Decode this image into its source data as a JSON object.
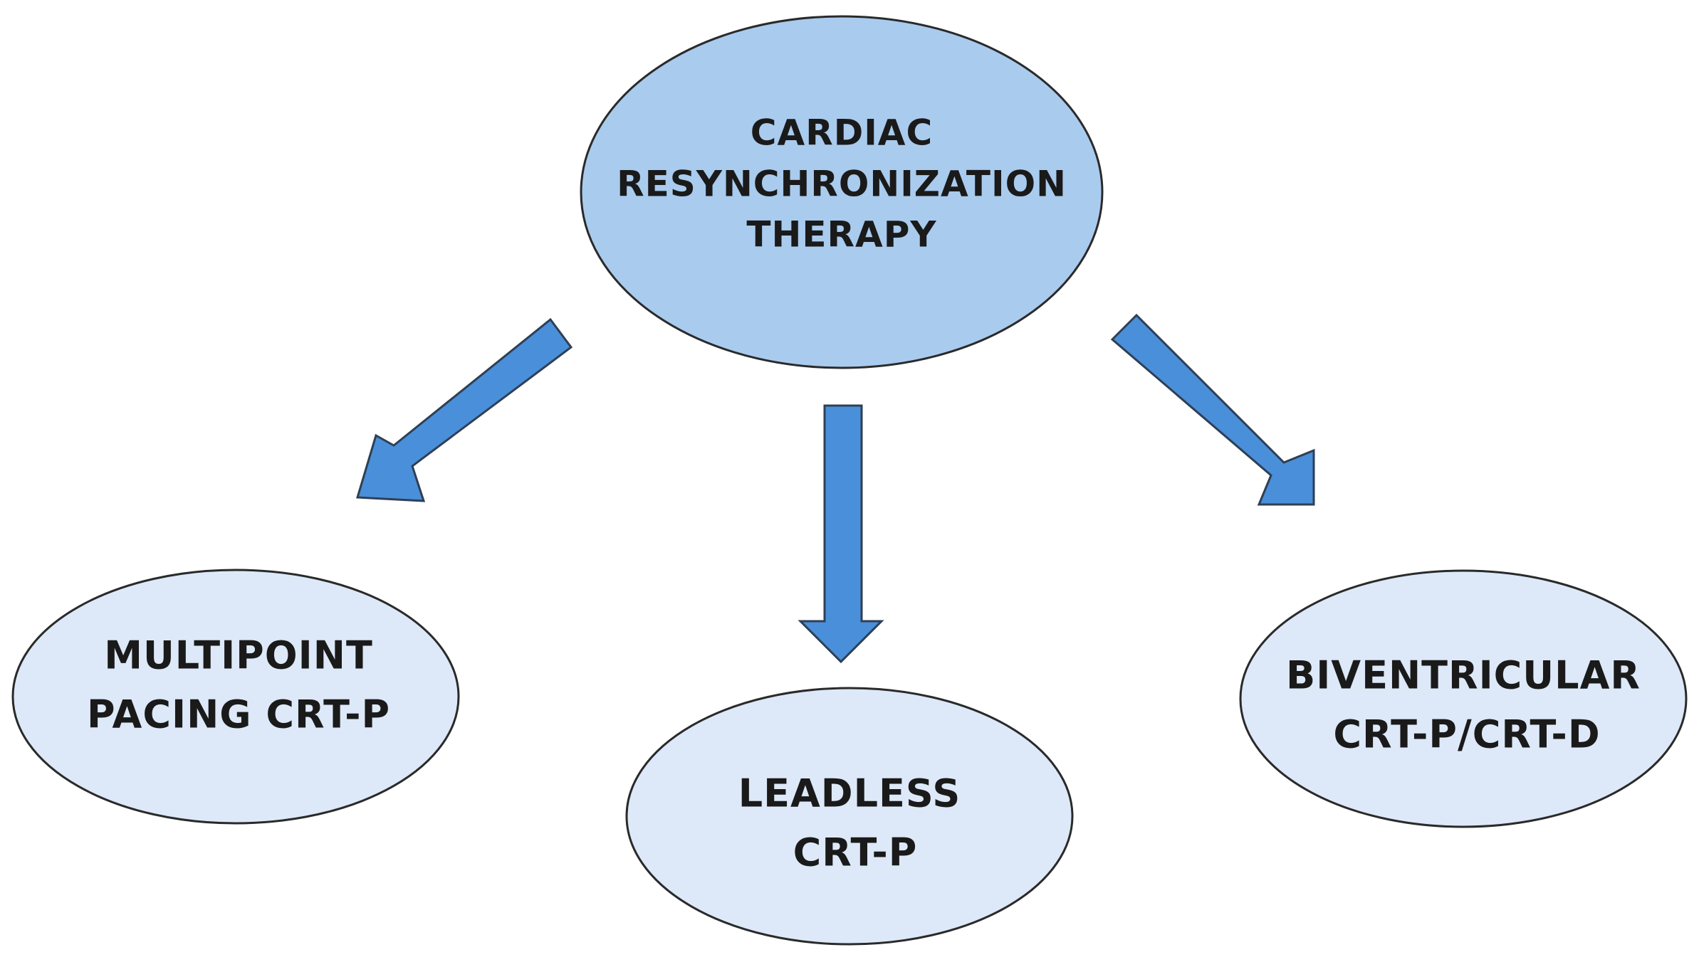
{
  "diagram": {
    "colors": {
      "root_fill": "#a9cbee",
      "leaf_fill": "#dde9f8",
      "arrow_fill": "#4a8fd9",
      "outline": "#2a2a2a",
      "text": "#1a1a1a"
    },
    "root": {
      "lines": [
        "CARDIAC",
        "RESYNCHRONIZATION",
        "THERAPY"
      ]
    },
    "children": [
      {
        "id": "multipoint",
        "lines": [
          "MULTIPOINT",
          "PACING CRT-P"
        ]
      },
      {
        "id": "leadless",
        "lines": [
          "LEADLESS",
          "CRT-P"
        ]
      },
      {
        "id": "biventricular",
        "lines": [
          "BIVENTRICULAR",
          "CRT-P/CRT-D"
        ]
      }
    ],
    "edges": [
      {
        "from": "root",
        "to": "multipoint"
      },
      {
        "from": "root",
        "to": "leadless"
      },
      {
        "from": "root",
        "to": "biventricular"
      }
    ]
  }
}
